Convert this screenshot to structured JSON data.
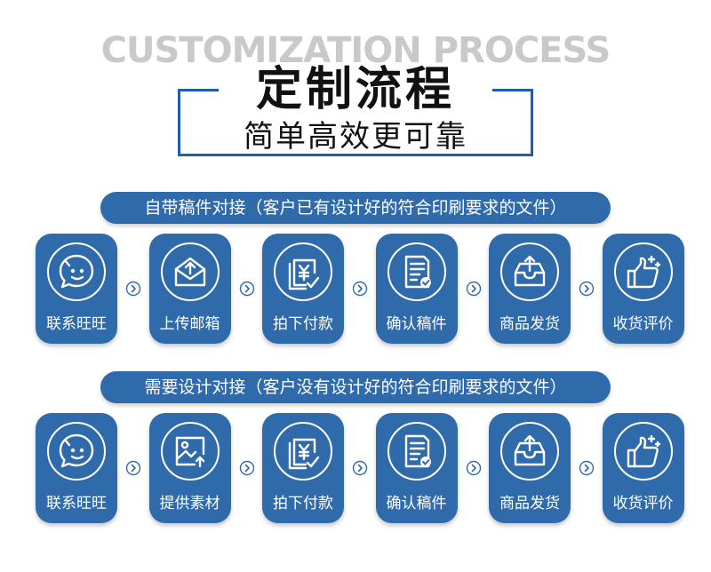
{
  "header": {
    "bg_title": "CUSTOMIZATION PROCESS",
    "title": "定制流程",
    "subtitle": "简单高效更可靠"
  },
  "flows": [
    {
      "banner": "自带稿件对接（客户已有设计好的符合印刷要求的文件）",
      "steps": [
        {
          "label": "联系旺旺",
          "icon": "wangwang-chat-icon"
        },
        {
          "label": "上传邮箱",
          "icon": "upload-mail-icon"
        },
        {
          "label": "拍下付款",
          "icon": "yen-payment-icon"
        },
        {
          "label": "确认稿件",
          "icon": "document-check-icon"
        },
        {
          "label": "商品发货",
          "icon": "package-ship-icon"
        },
        {
          "label": "收货评价",
          "icon": "thumbs-up-icon"
        }
      ]
    },
    {
      "banner": "需要设计对接（客户没有设计好的符合印刷要求的文件）",
      "steps": [
        {
          "label": "联系旺旺",
          "icon": "wangwang-chat-icon"
        },
        {
          "label": "提供素材",
          "icon": "image-upload-icon"
        },
        {
          "label": "拍下付款",
          "icon": "yen-payment-icon"
        },
        {
          "label": "确认稿件",
          "icon": "document-check-icon"
        },
        {
          "label": "商品发货",
          "icon": "package-ship-icon"
        },
        {
          "label": "收货评价",
          "icon": "thumbs-up-icon"
        }
      ]
    }
  ],
  "colors": {
    "accent": "#2f6aaa",
    "frame": "#1d5fae",
    "watermark": "#c9c9c9"
  }
}
